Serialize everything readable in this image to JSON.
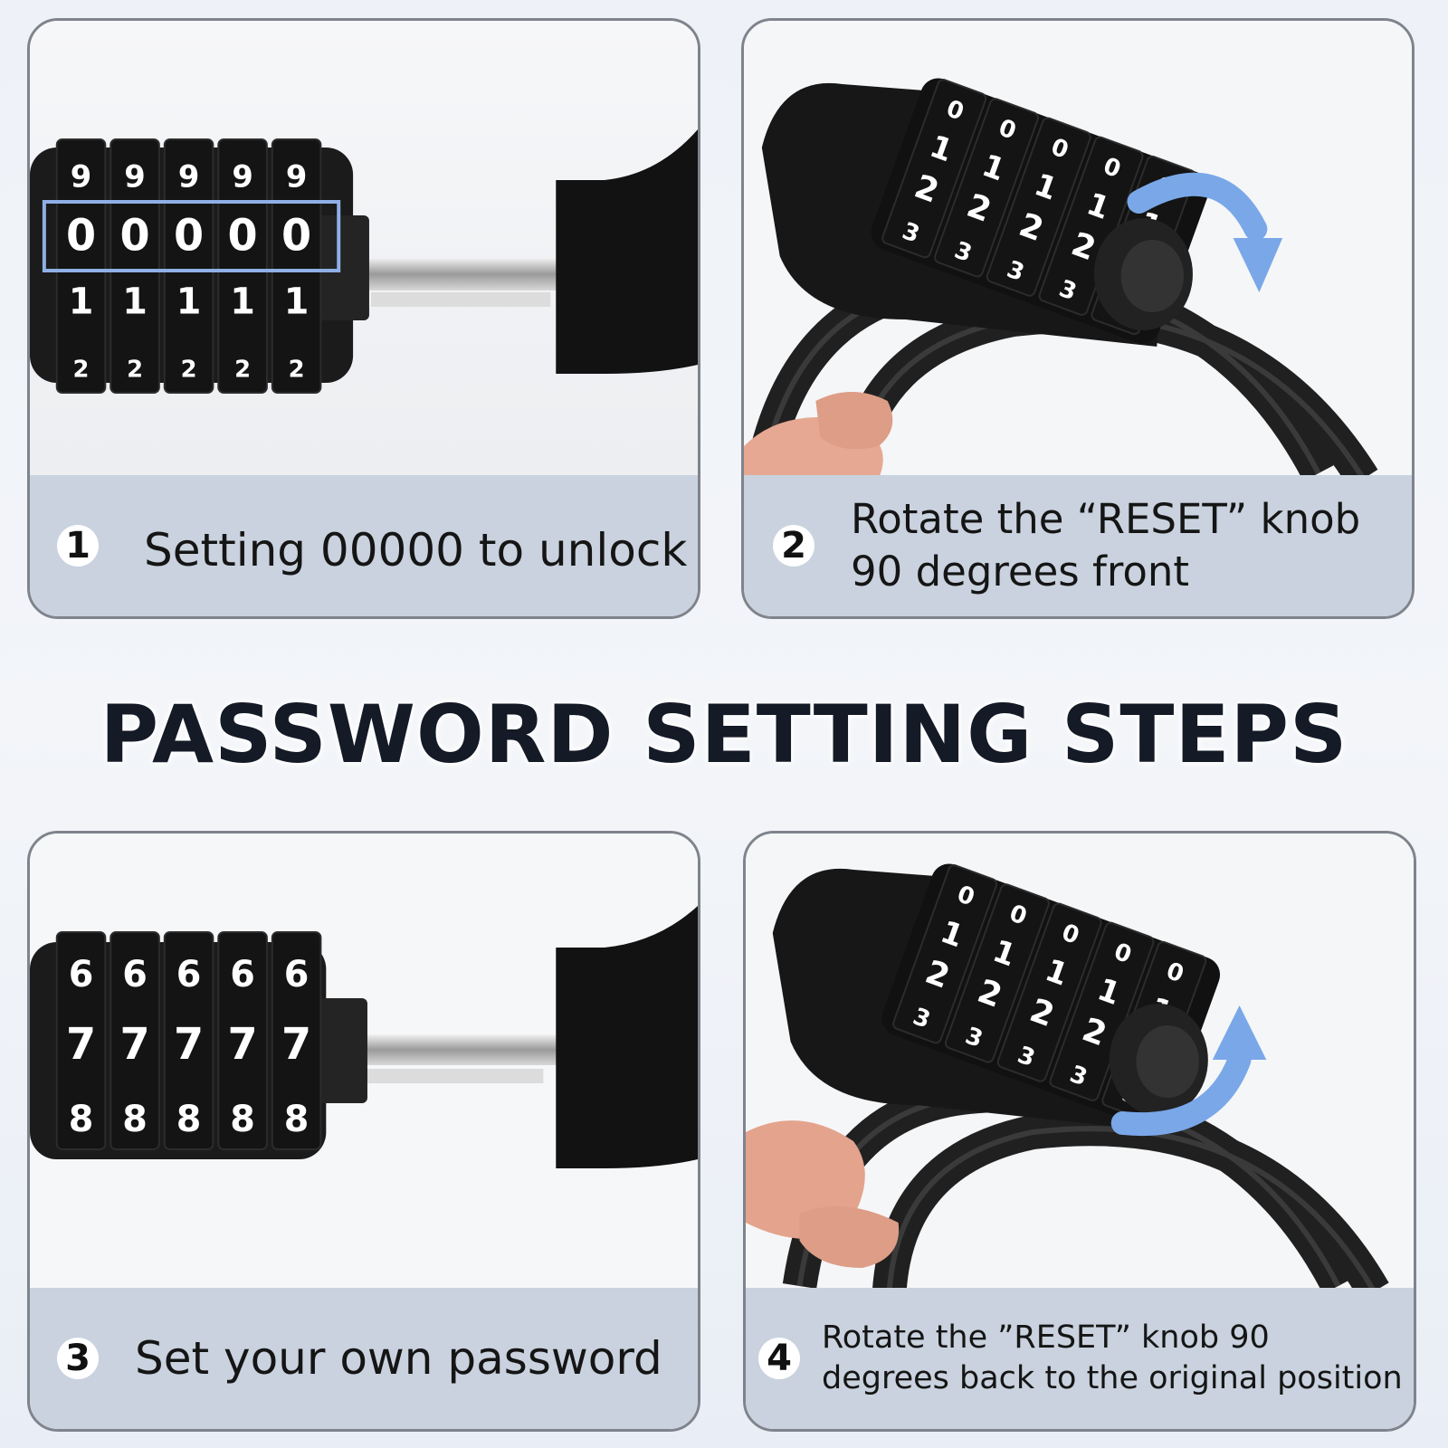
{
  "title": "PASSWORD SETTING STEPS",
  "steps": [
    {
      "number": "1",
      "text": "Setting 00000 to unlock",
      "dial_top": "9",
      "dial_mid": "0",
      "dial_bot": "1",
      "dial_low": "2"
    },
    {
      "number": "2",
      "text_line1": "Rotate the “RESET” knob",
      "text_line2": "90 degrees front",
      "arrow_direction": "down"
    },
    {
      "number": "3",
      "text": "Set your own password",
      "dial_top": "6",
      "dial_mid": "7",
      "dial_bot": "8"
    },
    {
      "number": "4",
      "text_line1": "Rotate the ”RESET” knob 90",
      "text_line2": "degrees back to the original position",
      "arrow_direction": "up"
    }
  ],
  "colors": {
    "caption_bg": "#c9d2de",
    "card_border": "#7f848c",
    "arrow": "#7aa7e8",
    "highlight": "#8fb0e6",
    "title": "#141a26"
  },
  "icons": {
    "step1": "combination-lock-photo",
    "step2": "reset-knob-photo",
    "step3": "combination-lock-photo",
    "step4": "reset-knob-photo"
  }
}
